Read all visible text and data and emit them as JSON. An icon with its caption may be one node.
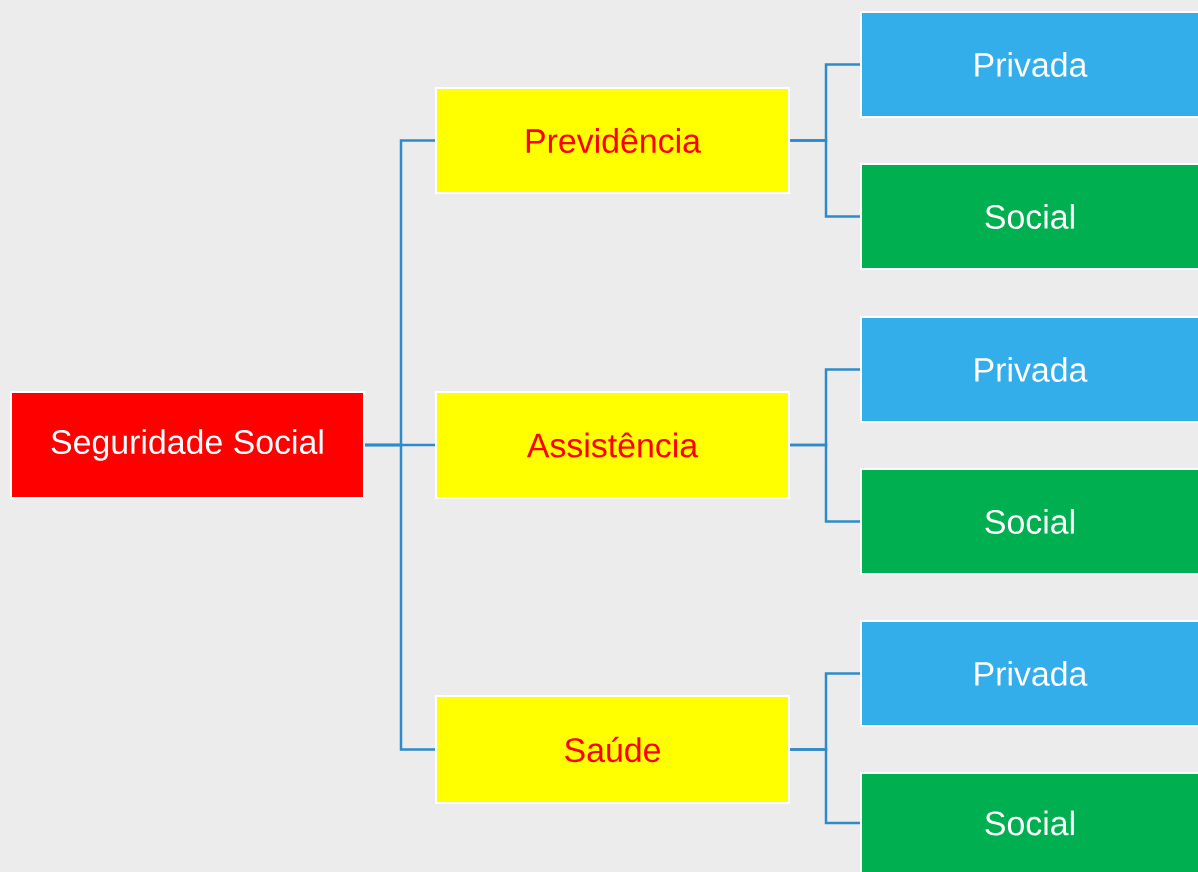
{
  "diagram": {
    "nodes": [
      {
        "text": [
          "Seguridade Social"
        ]
      },
      {
        "text": [
          "Previdência"
        ]
      },
      {
        "text": [
          "Assistência"
        ]
      },
      {
        "text": [
          "Saúde"
        ]
      },
      {
        "text": [
          "Privada"
        ]
      },
      {
        "text": [
          "Social"
        ]
      },
      {
        "text": [
          "Privada"
        ]
      },
      {
        "text": [
          "Social"
        ]
      },
      {
        "text": [
          "Privada"
        ]
      },
      {
        "text": [
          "Social"
        ]
      }
    ],
    "edges": [
      {
        "from": 0,
        "to": 1,
        "arrow": "none"
      },
      {
        "from": 0,
        "to": 2,
        "arrow": "none"
      },
      {
        "from": 0,
        "to": 3,
        "arrow": "none"
      },
      {
        "from": 1,
        "to": 4,
        "arrow": "none"
      },
      {
        "from": 1,
        "to": 5,
        "arrow": "none"
      },
      {
        "from": 2,
        "to": 6,
        "arrow": "none"
      },
      {
        "from": 2,
        "to": 7,
        "arrow": "none"
      },
      {
        "from": 3,
        "to": 8,
        "arrow": "none"
      },
      {
        "from": 3,
        "to": 9,
        "arrow": "none"
      }
    ]
  }
}
